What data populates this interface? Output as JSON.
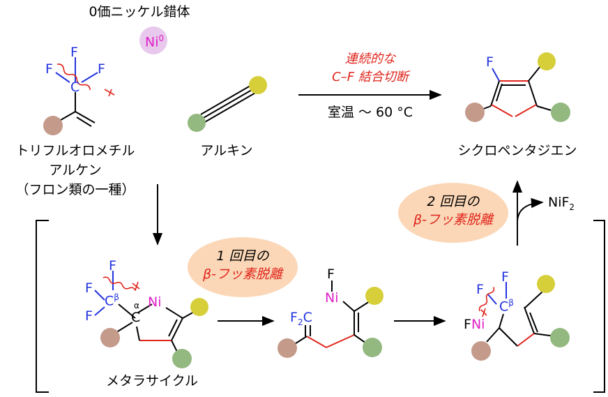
{
  "catalyst": {
    "title": "0価ニッケル錯体",
    "label": "Ni",
    "sup": "0"
  },
  "reactant1": {
    "name_line1": "トリフルオロメチル",
    "name_line2": "アルケン",
    "name_line3": "（フロン類の一種）"
  },
  "reactant2": {
    "name": "アルキン"
  },
  "product": {
    "name": "シクロペンタジエン"
  },
  "reaction_arrow": {
    "above_line1": "連続的な",
    "above_line2": "C–F 結合切断",
    "below": "室温 ～ 60 °C"
  },
  "intermediate1": {
    "name": "メタラサイクル"
  },
  "step1": {
    "line1": "1 回目の",
    "line2": "β-フッ素脱離"
  },
  "step2": {
    "line1": "2 回目の",
    "line2": "β-フッ素脱離"
  },
  "byproduct": {
    "label": "NiF",
    "sub": "2"
  },
  "atoms": {
    "F": "F",
    "C": "C",
    "Ni": "Ni",
    "FNi": "FNi",
    "alpha": "α",
    "beta": "β",
    "F2C": "F",
    "F2C_sub": "2",
    "F2C_c": "C"
  },
  "colors": {
    "blue": "#2233dd",
    "red": "#e0241b",
    "magenta": "#e020c8",
    "brown": "#c49a8a",
    "yellow": "#d6cf3a",
    "green": "#93b880",
    "ni_bubble": "#e8c8ec",
    "oval": "#fbd7b7"
  }
}
